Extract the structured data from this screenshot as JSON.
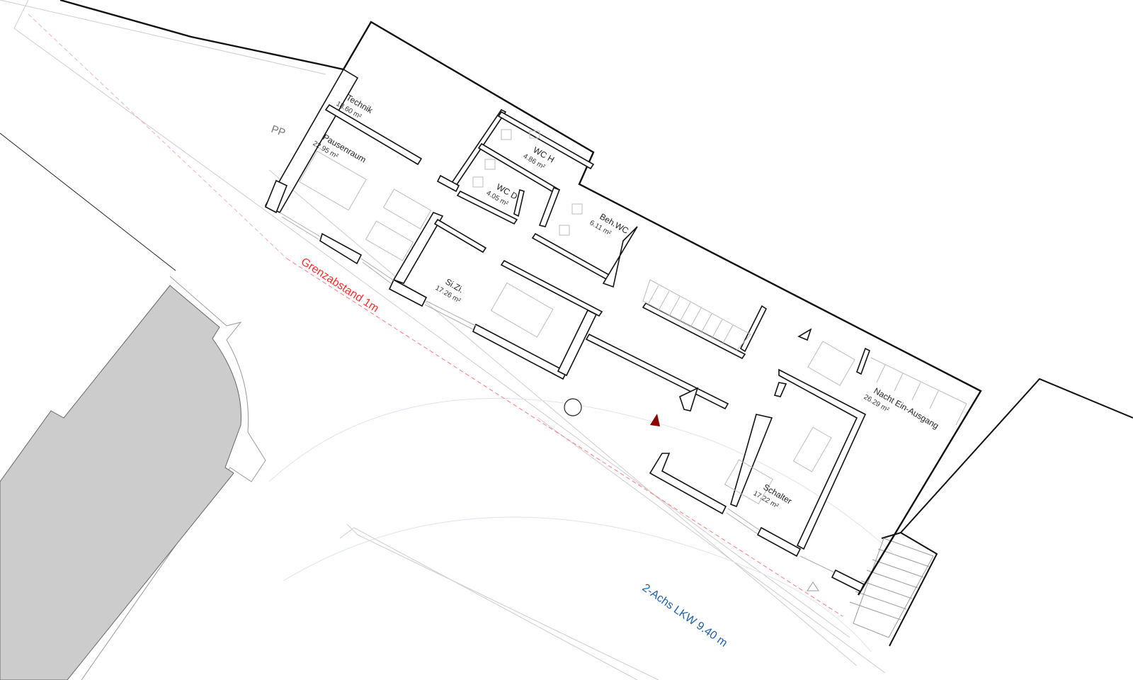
{
  "plan": {
    "rooms": [
      {
        "name": "Technik",
        "area": "18.60 m²"
      },
      {
        "name": "Pausenraum",
        "area": "22.95 m²"
      },
      {
        "name": "WC H",
        "area": "4.86 m²"
      },
      {
        "name": "WC D",
        "area": "4.05 m²"
      },
      {
        "name": "Beh.WC",
        "area": "6.11 m²"
      },
      {
        "name": "Si.Zi.",
        "area": "17.26 m²"
      },
      {
        "name": "Nacht Ein-Ausgang",
        "area": "26.29 m²"
      },
      {
        "name": "Schalter",
        "area": "17.22 m²"
      }
    ],
    "parking_label": "PP",
    "boundary_label": "Grenzabstand 1m",
    "truck_label": "2-Achs LKW 9.40 m",
    "colors": {
      "boundary": "#ff2a2a",
      "truck": "#1f5fa8",
      "neighbor_fill": "#cccccc",
      "entrance_marker": "#8b0000"
    }
  }
}
